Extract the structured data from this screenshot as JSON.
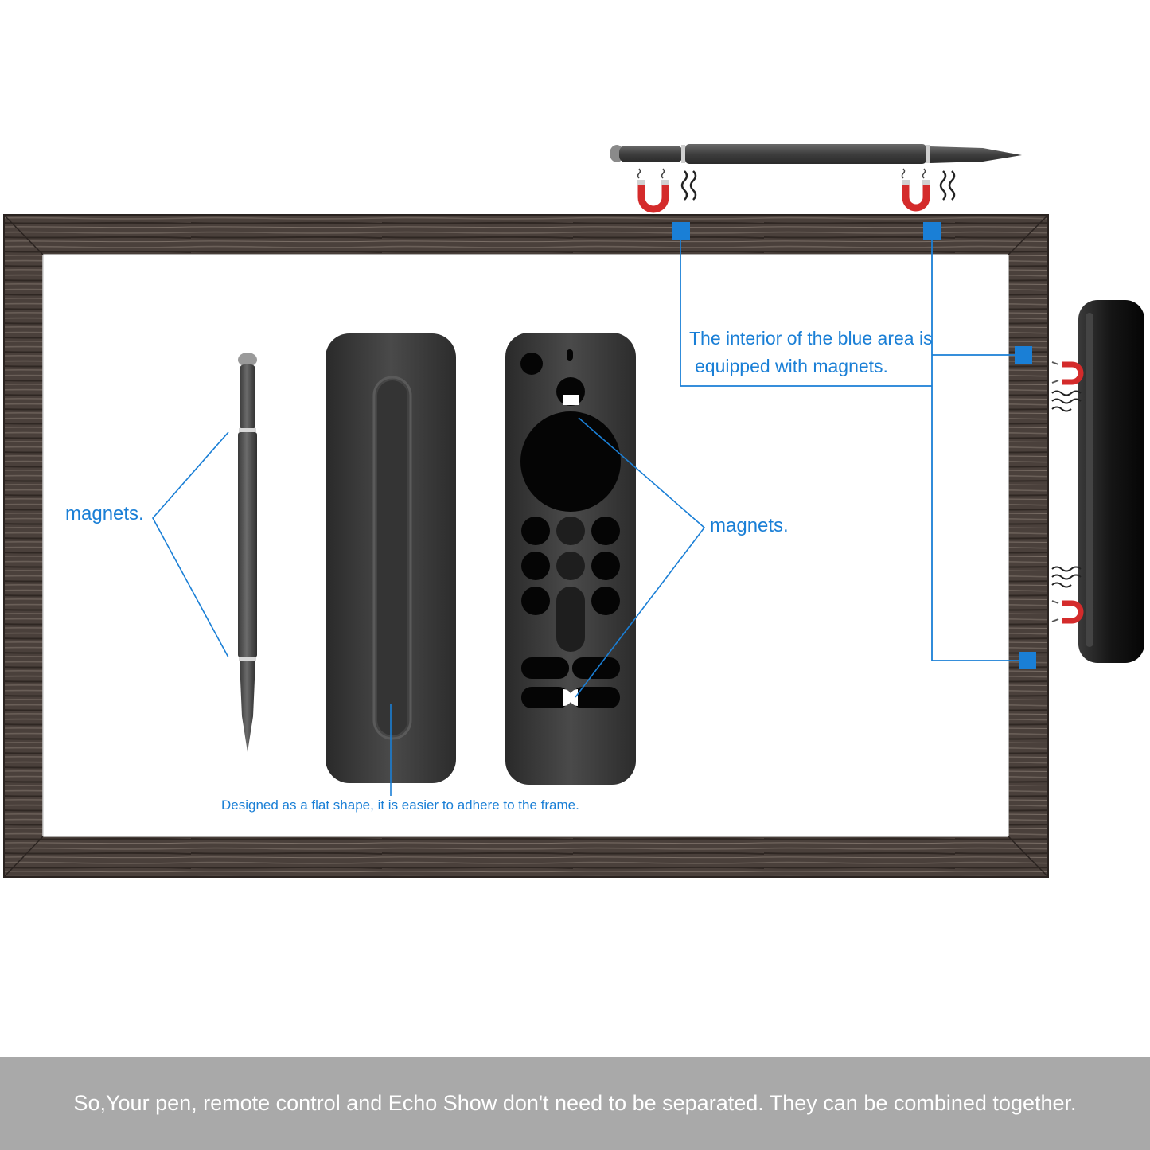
{
  "callout": {
    "line1": "The interior of the blue area is",
    "line2": "equipped with magnets."
  },
  "pen_label": "magnets.",
  "remote_label": "magnets.",
  "flat_note": "Designed as a flat shape, it is easier to adhere to the frame.",
  "banner": "So,Your pen, remote control and Echo Show don't need to be separated. They can be combined together.",
  "colors": {
    "accent_blue": "#1a7fd6",
    "frame_wood": "#4a403b",
    "banner_gray": "#a9a9a9",
    "magnet_red": "#d42b2b"
  },
  "icons": [
    "magnet-icon",
    "magnetic-wave-icon",
    "magnet-marker-square"
  ]
}
